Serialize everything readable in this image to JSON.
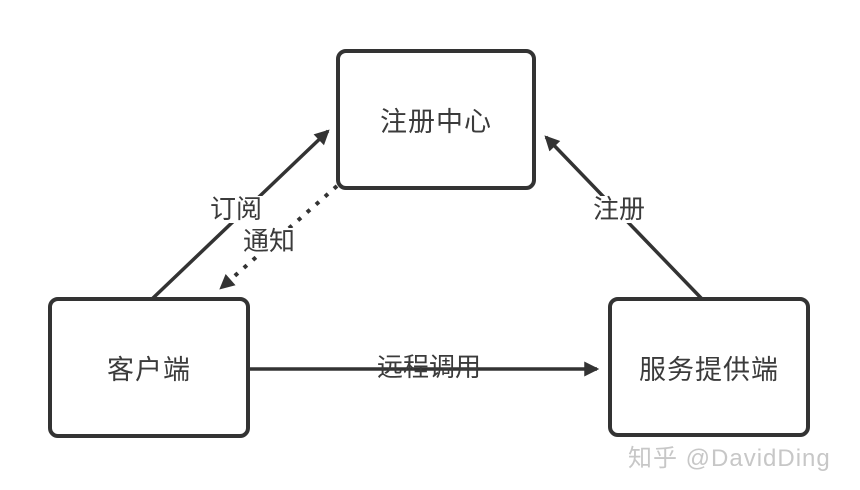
{
  "diagram": {
    "type": "architecture-flow",
    "nodes": {
      "registry": {
        "id": "registry",
        "label": "注册中心"
      },
      "client": {
        "id": "client",
        "label": "客户端"
      },
      "provider": {
        "id": "provider",
        "label": "服务提供端"
      }
    },
    "edges": {
      "subscribe": {
        "label": "订阅",
        "from": "client",
        "to": "registry",
        "style": "solid"
      },
      "notify": {
        "label": "通知",
        "from": "registry",
        "to": "client",
        "style": "dashed"
      },
      "register": {
        "label": "注册",
        "from": "provider",
        "to": "registry",
        "style": "solid"
      },
      "remote_call": {
        "label": "远程调用",
        "from": "client",
        "to": "provider",
        "style": "solid"
      }
    },
    "colors": {
      "stroke": "#333333",
      "node_border": "#333333",
      "text": "#3b3b3b",
      "background": "#ffffff",
      "watermark": "#c7c7c7"
    }
  },
  "watermark": {
    "text": "知乎 @DavidDing"
  }
}
